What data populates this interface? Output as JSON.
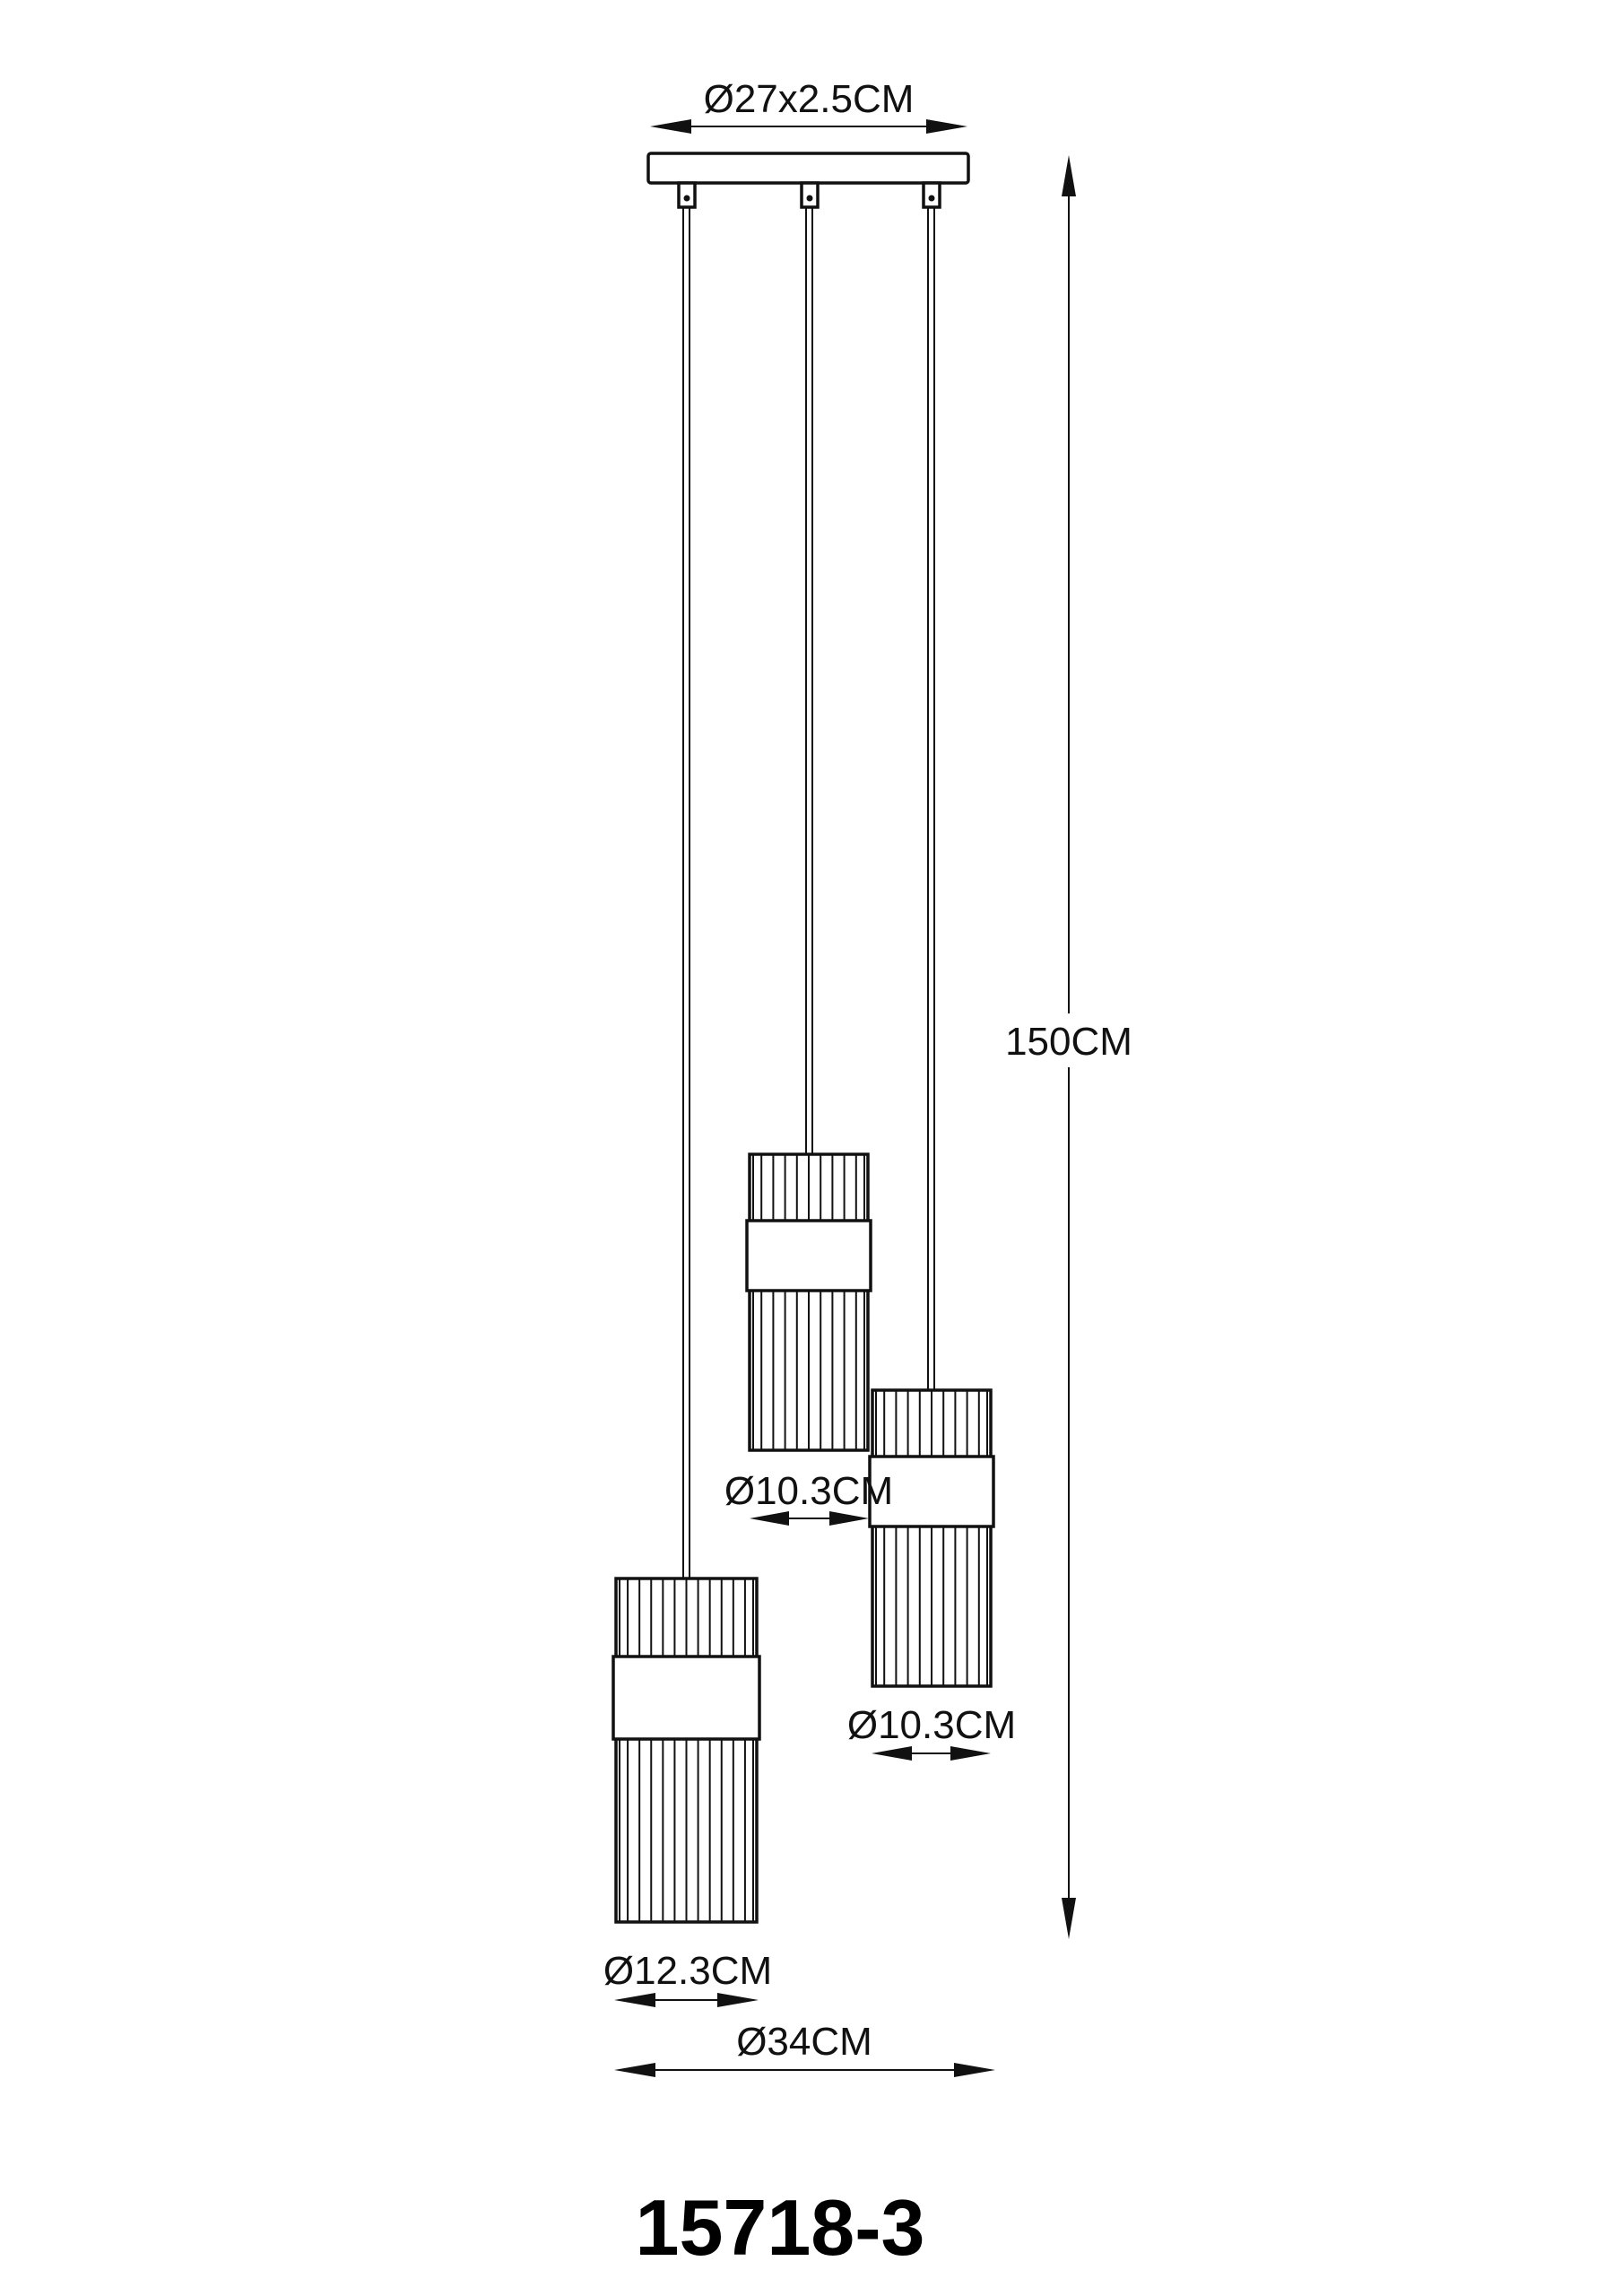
{
  "drawing": {
    "model_number": "15718-3",
    "dimensions": {
      "canopy": "Ø27x2.5CM",
      "height": "150CM",
      "middle_shade": "Ø10.3CM",
      "right_shade": "Ø10.3CM",
      "left_shade": "Ø12.3CM",
      "overall_width": "Ø34CM"
    },
    "line_color": "#111111"
  }
}
